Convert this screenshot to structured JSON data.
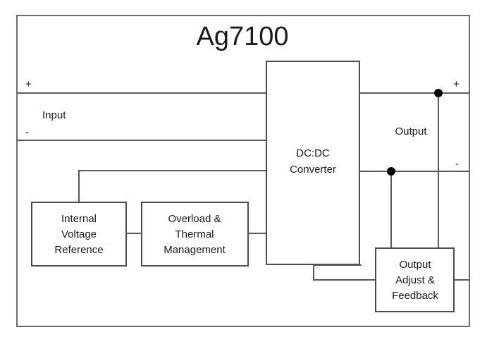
{
  "diagram": {
    "title": "Ag7100",
    "type": "block-diagram",
    "description": "DC:DC converter module block diagram",
    "input_port": {
      "group_label": "Input",
      "positive_label": "+",
      "negative_label": "-"
    },
    "output_port": {
      "group_label": "Output",
      "positive_label": "+",
      "negative_label": "-"
    },
    "blocks": [
      {
        "id": "dcdc",
        "lines": [
          "DC:DC",
          "Converter"
        ]
      },
      {
        "id": "internal-voltage-reference",
        "lines": [
          "Internal",
          "Voltage",
          "Reference"
        ]
      },
      {
        "id": "overload-thermal-management",
        "lines": [
          "Overload &",
          "Thermal",
          "Management"
        ]
      },
      {
        "id": "output-adjust-feedback",
        "lines": [
          "Output",
          "Adjust &",
          "Feedback"
        ]
      }
    ],
    "colors": {
      "background": "#ffffff",
      "wire": "#5a5a5a",
      "box_border": "#4d4d4d",
      "outer_border": "#6e6e6e",
      "text": "#1a1a1a",
      "junction": "#000000"
    }
  }
}
